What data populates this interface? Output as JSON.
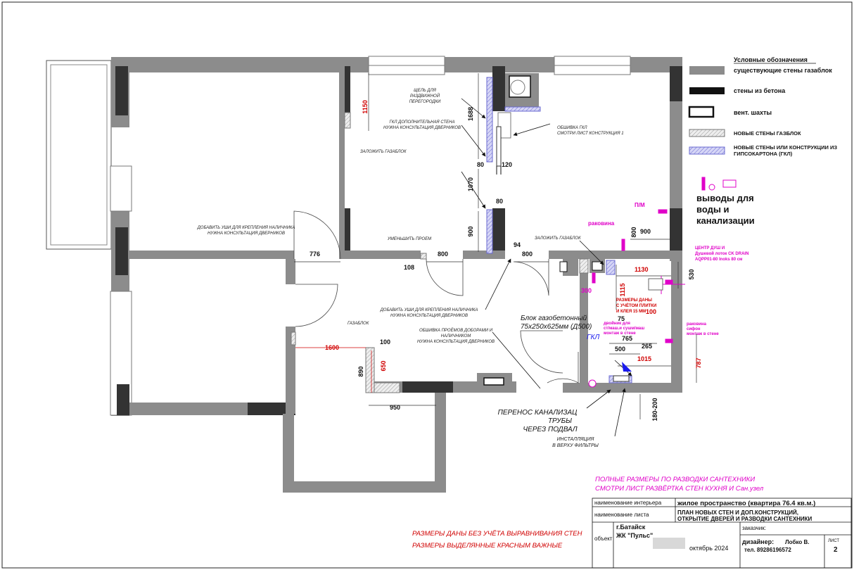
{
  "legend": {
    "title": "Условные обозначения",
    "items": [
      {
        "kind": "gas-block",
        "label": "существующие стены газаблок",
        "color": "#8c8c8c"
      },
      {
        "kind": "concrete",
        "label": "стены из бетона",
        "color": "#111111"
      },
      {
        "kind": "vent",
        "label": "вент. шахты",
        "color": "#ffffff"
      },
      {
        "kind": "new-gas",
        "label": "НОВЫЕ СТЕНЫ ГАЗБЛОК",
        "color": "#dddddd"
      },
      {
        "kind": "gkl",
        "label": "НОВЫЕ СТЕНЫ ИЛИ КОНСТРУКЦИИ ИЗ",
        "label2": "ГИПСОКАРТОНА (ГКЛ)",
        "color": "#c8c8f0"
      }
    ],
    "water": {
      "line1": "выводы для",
      "line2": "воды и",
      "line3": "канализации"
    }
  },
  "annotations": {
    "slot1": "ЩЕЛЬ ДЛЯ",
    "slot2": "РАЗДВИЖНОЙ",
    "slot3": "ПЕРЕГОРОДКИ",
    "gklwall1": "ГКЛ ДОПОЛНИТЕЛЬНАЯ СТЕНА",
    "gklwall2": "НУЖНА КОНСУЛЬТАЦИЯ ДВЕРНИКОВ",
    "obshivka1": "ОБШИВКА ГКЛ",
    "obshivka2": "СМОТРИ ЛИСТ КОНСТРУКЦИЯ 1",
    "zalozhit1": "ЗАЛОЖИТЬ ГАЗАБЛОК",
    "ears1a": "ДОБАВИТЬ УШИ ДЛЯ КРЕПЛЕНИЯ НАЛИЧНИКА",
    "ears1b": "НУЖНА КОНСУЛЬТАЦИЯ ДВЕРНИКОВ",
    "reduce": "УМЕНЬШИТЬ ПРОЕМ",
    "zalozhit2": "ЗАЛОЖИТЬ ГАЗАБЛОК",
    "ears2a": "ДОБАВИТЬ УШИ ДЛЯ КРЕПЛЕНИЯ НАЛИЧНИКА",
    "ears2b": "НУЖНА КОНСУЛЬТАЦИЯ ДВЕРНИКОВ",
    "gazablok": "ГАЗАБЛОК",
    "proem1": "ОБШИВКА ПРОЁМОВ ДОБОРАМИ И",
    "proem2": "НАЛИЧНИКОМ",
    "proem3": "НУЖНА КОНСУЛЬТАЦИЯ ДВЕРНИКОВ",
    "block1": "Блок газобетонный",
    "block2": "75x250x625мм (Д500)",
    "gkl": "ГКЛ",
    "perenos1": "ПЕРЕНОС КАНАЛИЗАЦ",
    "perenos2": "ТРУБЫ",
    "perenos3": "ЧЕРЕЗ ПОДВАЛ",
    "install1": "ИНСТАЛЛЯЦИЯ",
    "install2": "В ВЕРХУ ФИЛЬТРЫ"
  },
  "plumbing": {
    "pm": "П/М",
    "sink": "раковина",
    "shower1": "ЦЕНТР ДУШ И",
    "shower2": "Душевой лоток CK DRAIN",
    "shower3": "AQPP01-80 Inoks 80 см",
    "sizes1": "РАЗМЕРЫ ДАНЫ",
    "sizes2": "С УЧЁТОМ ПЛИТКИ",
    "sizes3": "И КЛЕЯ 15 ММ",
    "double1": "двойник для",
    "double2": "ст/маш.и сушм/маш",
    "double3": "монтаж в стене",
    "siphon1": "раковина",
    "siphon2": "сифон",
    "siphon3": "монтаж в стене"
  },
  "dimensions": {
    "d1150": "1150",
    "d1688": "1688",
    "d80a": "80",
    "d120": "120",
    "d1070": "1070",
    "d80b": "80",
    "d900v": "900",
    "d776": "776",
    "d800a": "800",
    "d108": "108",
    "d94": "94",
    "d800b": "800",
    "d900h": "900",
    "d800m": "800",
    "d1130": "1130",
    "d530": "530",
    "d300": "300",
    "d1115": "1115",
    "d100a": "100",
    "d75": "75",
    "d1600": "1600",
    "d100b": "100",
    "d890": "890",
    "d650": "650",
    "d950": "950",
    "d765": "765",
    "d500": "500",
    "d265": "265",
    "d1015": "1015",
    "d787": "787",
    "d180": "180-200"
  },
  "notes": {
    "full1": "ПОЛНЫЕ РАЗМЕРЫ ПО РАЗВОДКИ САНТЕХНИКИ",
    "full2": "СМОТРИ ЛИСТ РАЗВЁРТКА СТЕН КУХНЯ И Сан.узел",
    "red1": "РАЗМЕРЫ ДАНЫ БЕЗ УЧЁТА ВЫРАВНИВАНИЯ СТЕН",
    "red2": "РАЗМЕРЫ ВЫДЕЛЯННЫЕ КРАСНЫМ ВАЖНЫЕ"
  },
  "titleblock": {
    "interior_label": "наименование интерьера",
    "interior_value": "жилое пространство (квартира 76.4 кв.м.)",
    "sheet_label": "наименование листа",
    "sheet_value1": "ПЛАН НОВЫХ СТЕН И ДОП.КОНСТРУКЦИЙ,",
    "sheet_value2": "ОТКРЫТИЕ ДВЕРЕЙ И РАЗВОДКИ САНТЕХНИКИ",
    "object_label": "объект",
    "city": "г.Батайск",
    "complex": "ЖК \"Пульс\"",
    "date": "октябрь 2024",
    "client_label": "заказчик:",
    "designer_label": "дизайнер:",
    "designer_name": "Лобко В.",
    "phone": "тел. 89286196572",
    "sheet_no_label": "ЛИСТ",
    "sheet_no": "2"
  }
}
